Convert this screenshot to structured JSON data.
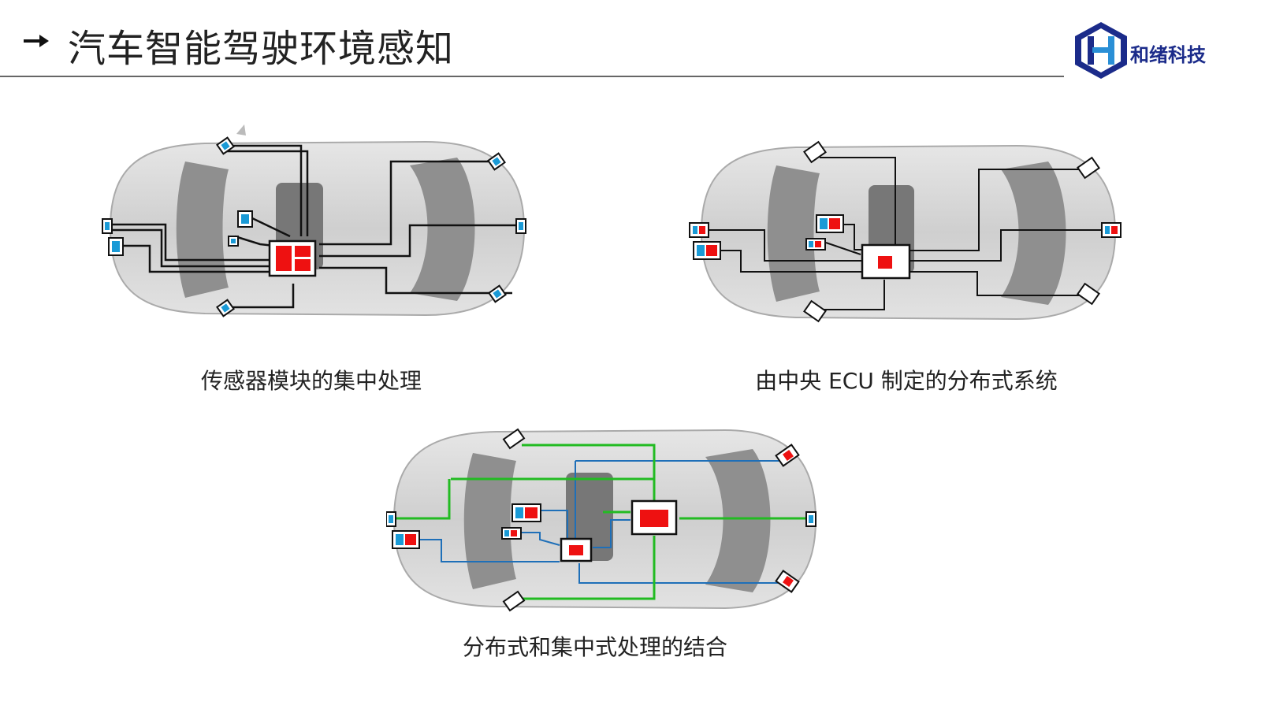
{
  "header": {
    "title": "汽车智能驾驶环境感知",
    "logo_text": "和绪科技",
    "logo_letter": "H"
  },
  "panels": [
    {
      "caption": "传感器模块的集中处理"
    },
    {
      "caption": "由中央 ECU 制定的分布式系统"
    },
    {
      "caption": "分布式和集中式处理的结合"
    }
  ],
  "colors": {
    "processing_unit": "#ee1111",
    "sensor": "#1a9ad6",
    "connection_central": "#111111",
    "connection_local": "#1e6fb8",
    "connection_fusion": "#22bb22",
    "brand": "#1b2b8a"
  }
}
